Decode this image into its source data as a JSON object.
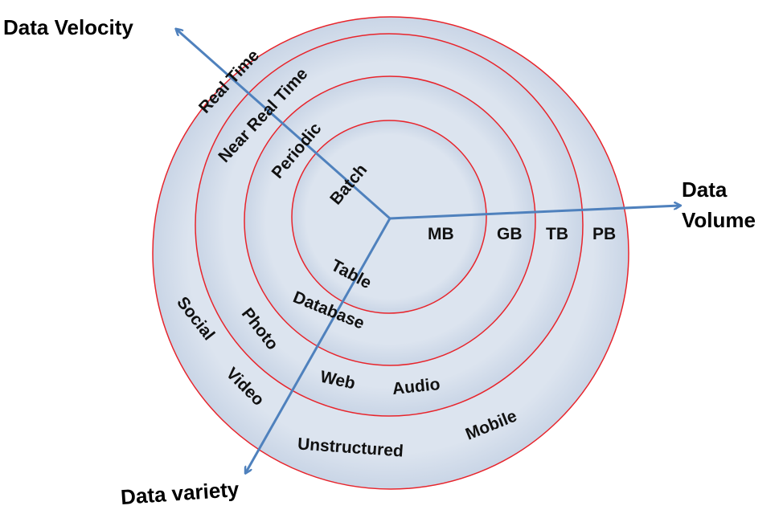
{
  "axes": {
    "velocity": "Data Velocity",
    "volume_line1": "Data",
    "volume_line2": "Volume",
    "variety": "Data variety"
  },
  "velocity_rings": [
    "Batch",
    "Periodic",
    "Near Real Time",
    "Real Time"
  ],
  "volume_rings": [
    "MB",
    "GB",
    "TB",
    "PB"
  ],
  "variety_rings": {
    "ring1": [
      "Table"
    ],
    "ring2": [
      "Database"
    ],
    "ring3": [
      "Photo",
      "Web",
      "Audio"
    ],
    "ring4": [
      "Social",
      "Video",
      "Unstructured",
      "Mobile"
    ]
  },
  "colors": {
    "fill": "#dce4ef",
    "ring": "#e8242b",
    "arrow": "#4f81bd"
  }
}
